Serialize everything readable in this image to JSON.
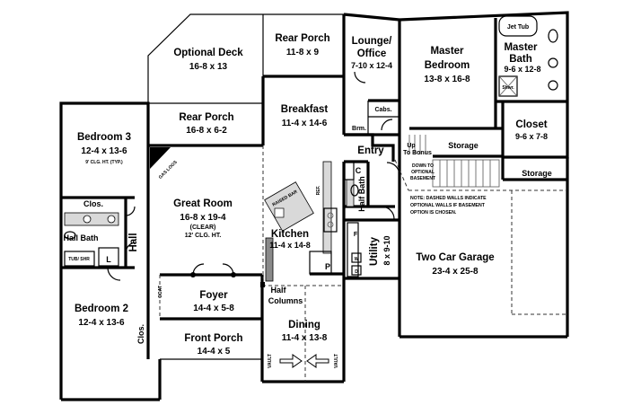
{
  "rooms": {
    "optional_deck": {
      "name": "Optional Deck",
      "dim": "16-8 x 13"
    },
    "rear_porch_top": {
      "name": "Rear Porch",
      "dim": "11-8 x 9"
    },
    "lounge": {
      "name1": "Lounge/",
      "name2": "Office",
      "dim": "7-10 x 12-4"
    },
    "master_bedroom": {
      "name1": "Master",
      "name2": "Bedroom",
      "dim": "13-8 x 16-8"
    },
    "master_bath": {
      "name1": "Master",
      "name2": "Bath",
      "dim": "9-6 x 12-8"
    },
    "jet_tub": {
      "name": "Jet Tub"
    },
    "shower": {
      "name": "Shwr."
    },
    "closet": {
      "name": "Closet",
      "dim": "9-6 x 7-8"
    },
    "bedroom3": {
      "name": "Bedroom 3",
      "dim": "12-4 x 13-6",
      "note": "9' CLG. HT. (TYP.)"
    },
    "rear_porch_mid": {
      "name": "Rear Porch",
      "dim": "16-8 x 6-2"
    },
    "breakfast": {
      "name": "Breakfast",
      "dim": "11-4 x 14-6"
    },
    "cabs": {
      "name": "Cabs."
    },
    "brm": {
      "name": "Brm."
    },
    "entry": {
      "name": "Entry"
    },
    "storage_top": {
      "name": "Storage"
    },
    "storage_right": {
      "name": "Storage"
    },
    "up_bonus": {
      "line1": "Up",
      "line2": "To Bonus"
    },
    "down_basement": {
      "line1": "DOWN TO",
      "line2": "OPTIONAL",
      "line3": "BASEMENT"
    },
    "gas_logs": {
      "name": "GAS LOGS"
    },
    "great_room": {
      "name": "Great Room",
      "dim": "16-8 x 19-4",
      "note1": "(CLEAR)",
      "note2": "12' CLG. HT."
    },
    "clos_left": {
      "name": "Clos."
    },
    "hall_bath": {
      "name": "Hall Bath"
    },
    "tub_shr": {
      "name": "TUB/ SHR"
    },
    "linen": {
      "name": "L"
    },
    "hall": {
      "name": "Hall"
    },
    "raised_bar": {
      "name": "RAISED BAR"
    },
    "ref": {
      "name": "REF."
    },
    "kitchen": {
      "name": "Kitchen",
      "dim": "11-4 x 14-8"
    },
    "pantry": {
      "name": "P"
    },
    "closet_c": {
      "name": "C"
    },
    "half_bath": {
      "name": "Half Bath"
    },
    "utility": {
      "name": "Utility",
      "dim": "8 x 9-10"
    },
    "freezer": {
      "name": "F"
    },
    "washer": {
      "name": "W"
    },
    "dryer": {
      "name": "D"
    },
    "garage": {
      "name": "Two Car Garage",
      "dim": "23-4 x 25-8"
    },
    "garage_note": {
      "l1": "NOTE: DASHED WALLS INDICATE",
      "l2": "OPTIONAL WALLS IF BASEMENT",
      "l3": "OPTION IS CHOSEN."
    },
    "bedroom2": {
      "name": "Bedroom 2",
      "dim": "12-4 x 13-6"
    },
    "coat": {
      "name": "COAT"
    },
    "clos_bottom": {
      "name": "Clos."
    },
    "foyer": {
      "name": "Foyer",
      "dim": "14-4 x 5-8"
    },
    "half_columns": {
      "line1": "Half",
      "line2": "Columns"
    },
    "front_porch": {
      "name": "Front Porch",
      "dim": "14-4 x 5"
    },
    "dining": {
      "name": "Dining",
      "dim": "11-4 x 13-8"
    },
    "vault_left": {
      "name": "VAULT"
    },
    "vault_right": {
      "name": "VAULT"
    }
  }
}
